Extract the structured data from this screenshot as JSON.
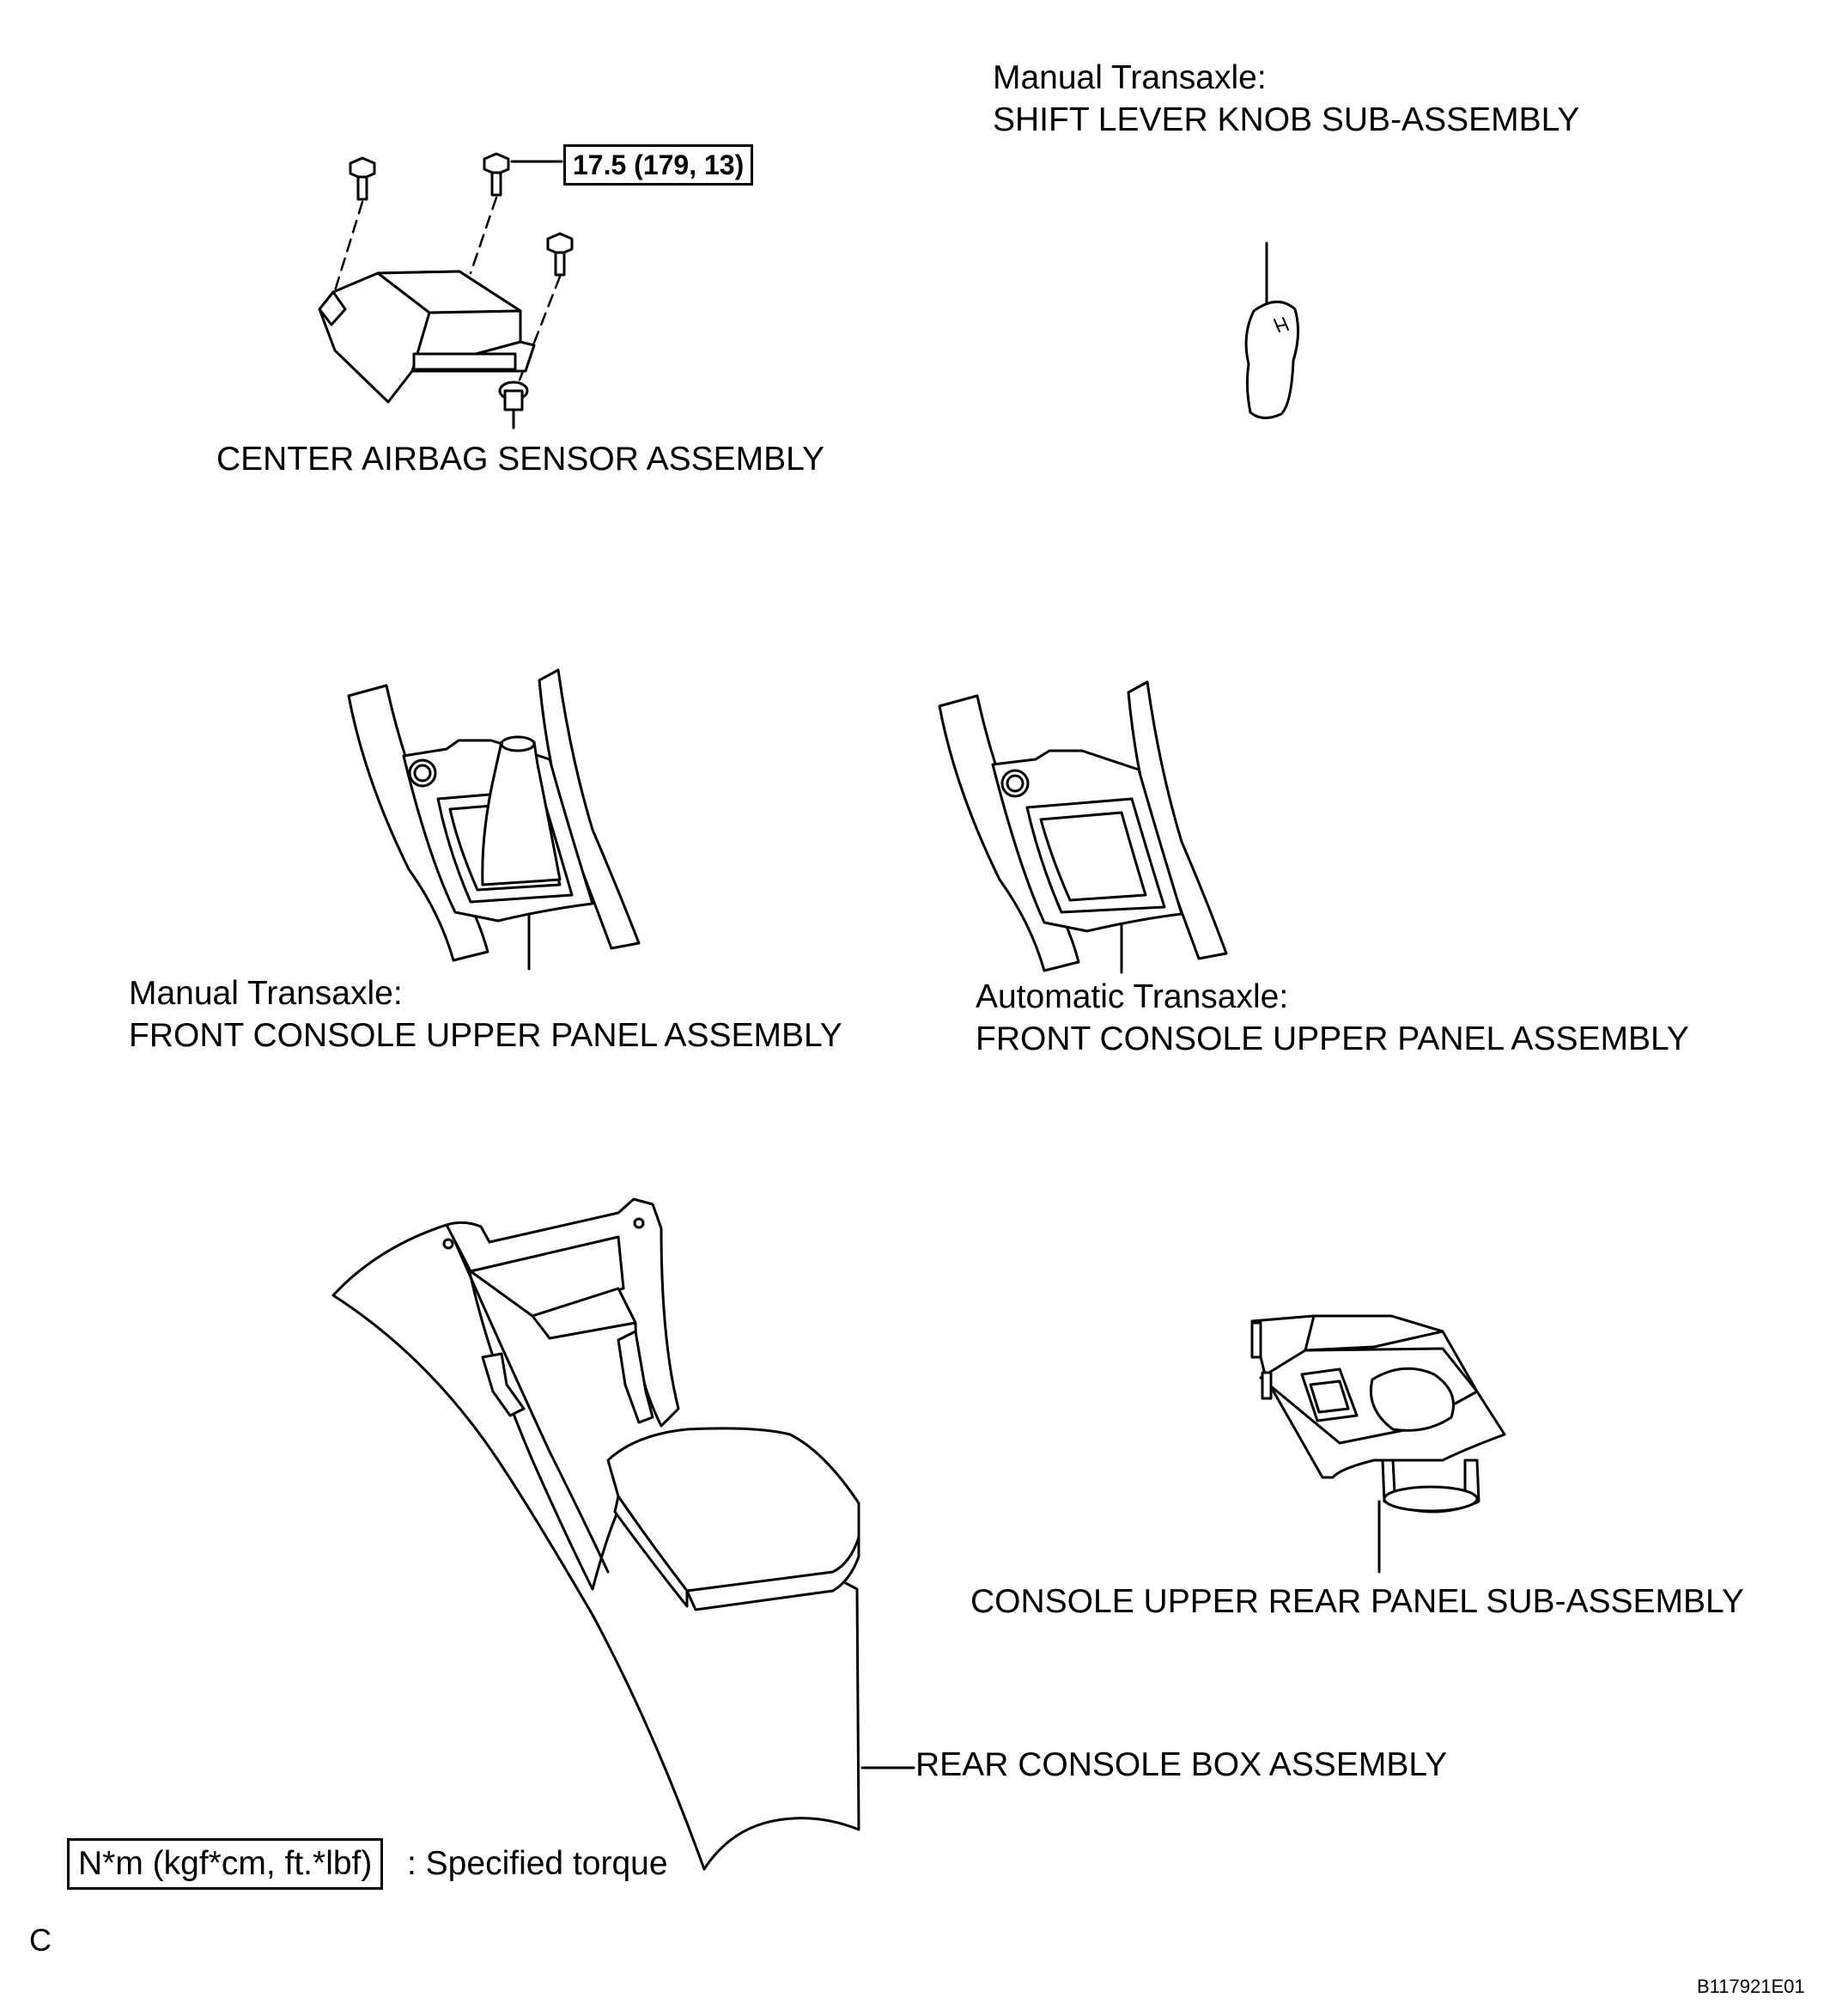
{
  "torque_spec": "17.5 (179, 13)",
  "labels": {
    "center_airbag": "CENTER AIRBAG SENSOR ASSEMBLY",
    "shift_knob_line1": "Manual Transaxle:",
    "shift_knob_line2": "SHIFT LEVER KNOB SUB-ASSEMBLY",
    "front_panel_mt_line1": "Manual Transaxle:",
    "front_panel_mt_line2": "FRONT CONSOLE UPPER PANEL ASSEMBLY",
    "front_panel_at_line1": "Automatic Transaxle:",
    "front_panel_at_line2": "FRONT CONSOLE UPPER PANEL ASSEMBLY",
    "rear_panel": "CONSOLE UPPER REAR PANEL SUB-ASSEMBLY",
    "rear_box": "REAR CONSOLE BOX ASSEMBLY"
  },
  "legend": {
    "unit_box": "N*m (kgf*cm, ft.*lbf)",
    "description": ": Specified torque"
  },
  "corner_letter": "C",
  "figure_id": "B117921E01"
}
